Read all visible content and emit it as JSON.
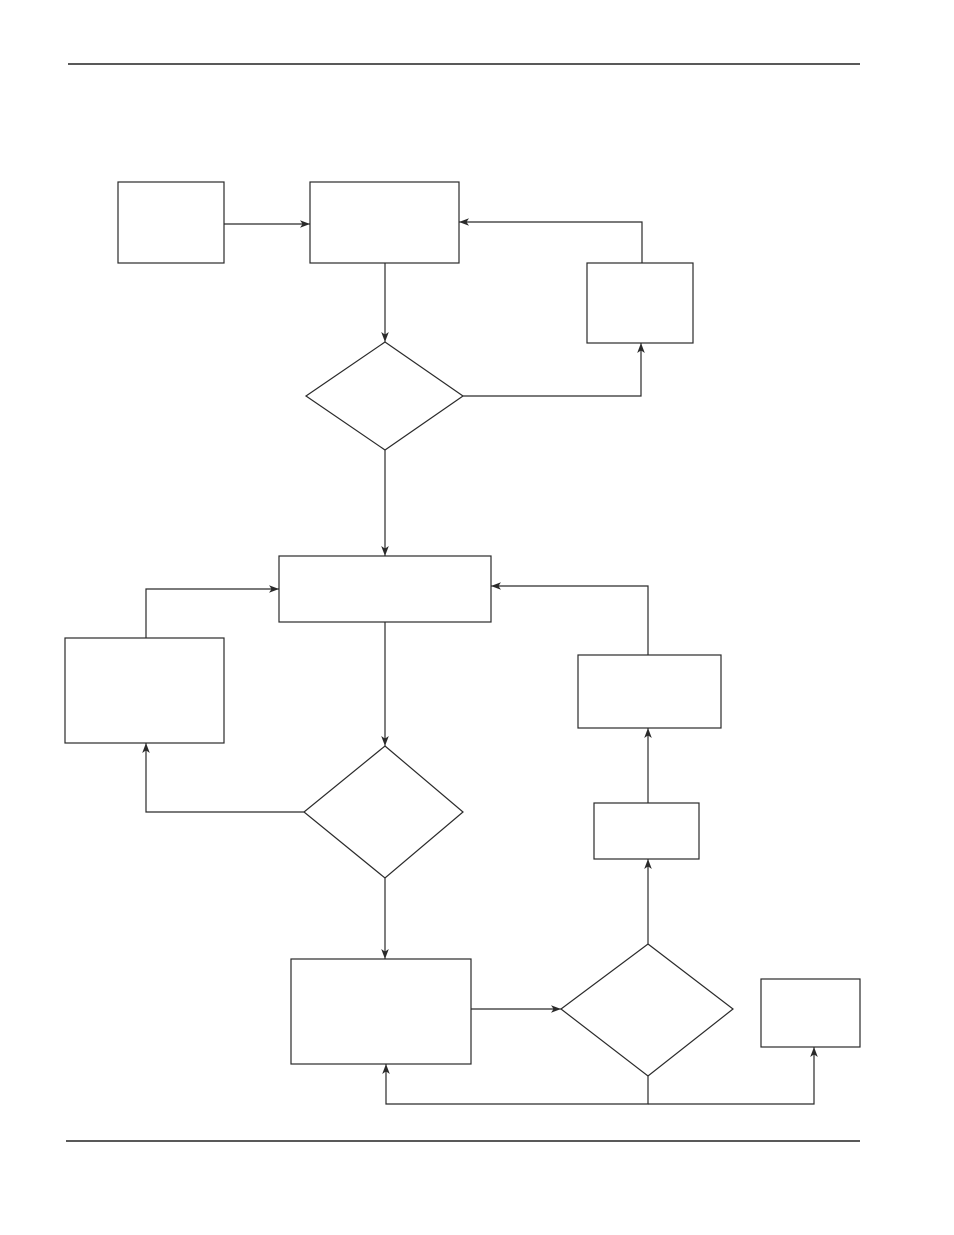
{
  "colors": {
    "stroke": "#2a2a2a",
    "background": "#ffffff"
  },
  "diagram": {
    "type": "flowchart",
    "nodes": [
      {
        "id": "box-a",
        "shape": "rect",
        "label": ""
      },
      {
        "id": "box-b",
        "shape": "rect",
        "label": ""
      },
      {
        "id": "box-c",
        "shape": "rect",
        "label": ""
      },
      {
        "id": "decision-1",
        "shape": "diamond",
        "label": ""
      },
      {
        "id": "box-d",
        "shape": "rect",
        "label": ""
      },
      {
        "id": "box-e",
        "shape": "rect",
        "label": ""
      },
      {
        "id": "box-f",
        "shape": "rect",
        "label": ""
      },
      {
        "id": "decision-2",
        "shape": "diamond",
        "label": ""
      },
      {
        "id": "box-g",
        "shape": "rect",
        "label": ""
      },
      {
        "id": "box-h",
        "shape": "rect",
        "label": ""
      },
      {
        "id": "decision-3",
        "shape": "diamond",
        "label": ""
      },
      {
        "id": "box-i",
        "shape": "rect",
        "label": ""
      }
    ],
    "edges": [
      {
        "from": "box-a",
        "to": "box-b"
      },
      {
        "from": "box-b",
        "to": "decision-1"
      },
      {
        "from": "decision-1",
        "to": "box-c"
      },
      {
        "from": "box-c",
        "to": "box-b"
      },
      {
        "from": "decision-1",
        "to": "box-d"
      },
      {
        "from": "box-d",
        "to": "decision-2"
      },
      {
        "from": "decision-2",
        "to": "box-e"
      },
      {
        "from": "box-e",
        "to": "box-d"
      },
      {
        "from": "decision-2",
        "to": "box-g"
      },
      {
        "from": "box-g",
        "to": "decision-3"
      },
      {
        "from": "decision-3",
        "to": "box-h"
      },
      {
        "from": "box-h",
        "to": "box-f"
      },
      {
        "from": "box-f",
        "to": "box-d"
      },
      {
        "from": "decision-3",
        "to": "box-g"
      },
      {
        "from": "decision-3",
        "to": "box-i"
      }
    ]
  }
}
